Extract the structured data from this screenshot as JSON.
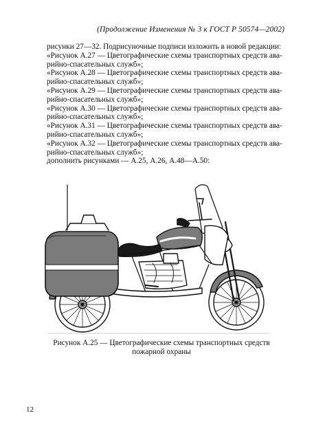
{
  "header": "(Продолжение Изменения № 3 к ГОСТ Р 50574—2002)",
  "body_lines": [
    "рисунки 27—32. Подрисуночные подписи изложить в новой редакции:",
    "«Рисунок А.27 — Цветографические схемы транспортных средств ава-",
    "рийно-спасательных служб»;",
    "«Рисунок А.28 — Цветографические схемы транспортных средств ава-",
    "рийно-спасательных служб»;",
    "«Рисунок А.29 — Цветографические схемы транспортных средств ава-",
    "рийно-спасательных служб»;",
    "«Рисунок А.30 — Цветографические схемы транспортных средств ава-",
    "рийно-спасательных служб»;",
    "«Рисунок А.31 — Цветографические схемы транспортных средств ава-",
    "рийно-спасательных служб»;",
    "«Рисунок А.32 — Цветографические схемы транспортных средств ава-",
    "рийно-спасательных служб»;",
    "дополнить рисунками — А.25, А.26, А.48—А.50:"
  ],
  "figure_caption_line1": "Рисунок А.25 — Цветографические схемы транспортных средств",
  "figure_caption_line2": "пожарной охраны",
  "page_number": "12",
  "colors": {
    "body_fill": "#7a7a7a",
    "stripe": "#ffffff",
    "line": "#111111",
    "dark": "#1a1a1a"
  }
}
